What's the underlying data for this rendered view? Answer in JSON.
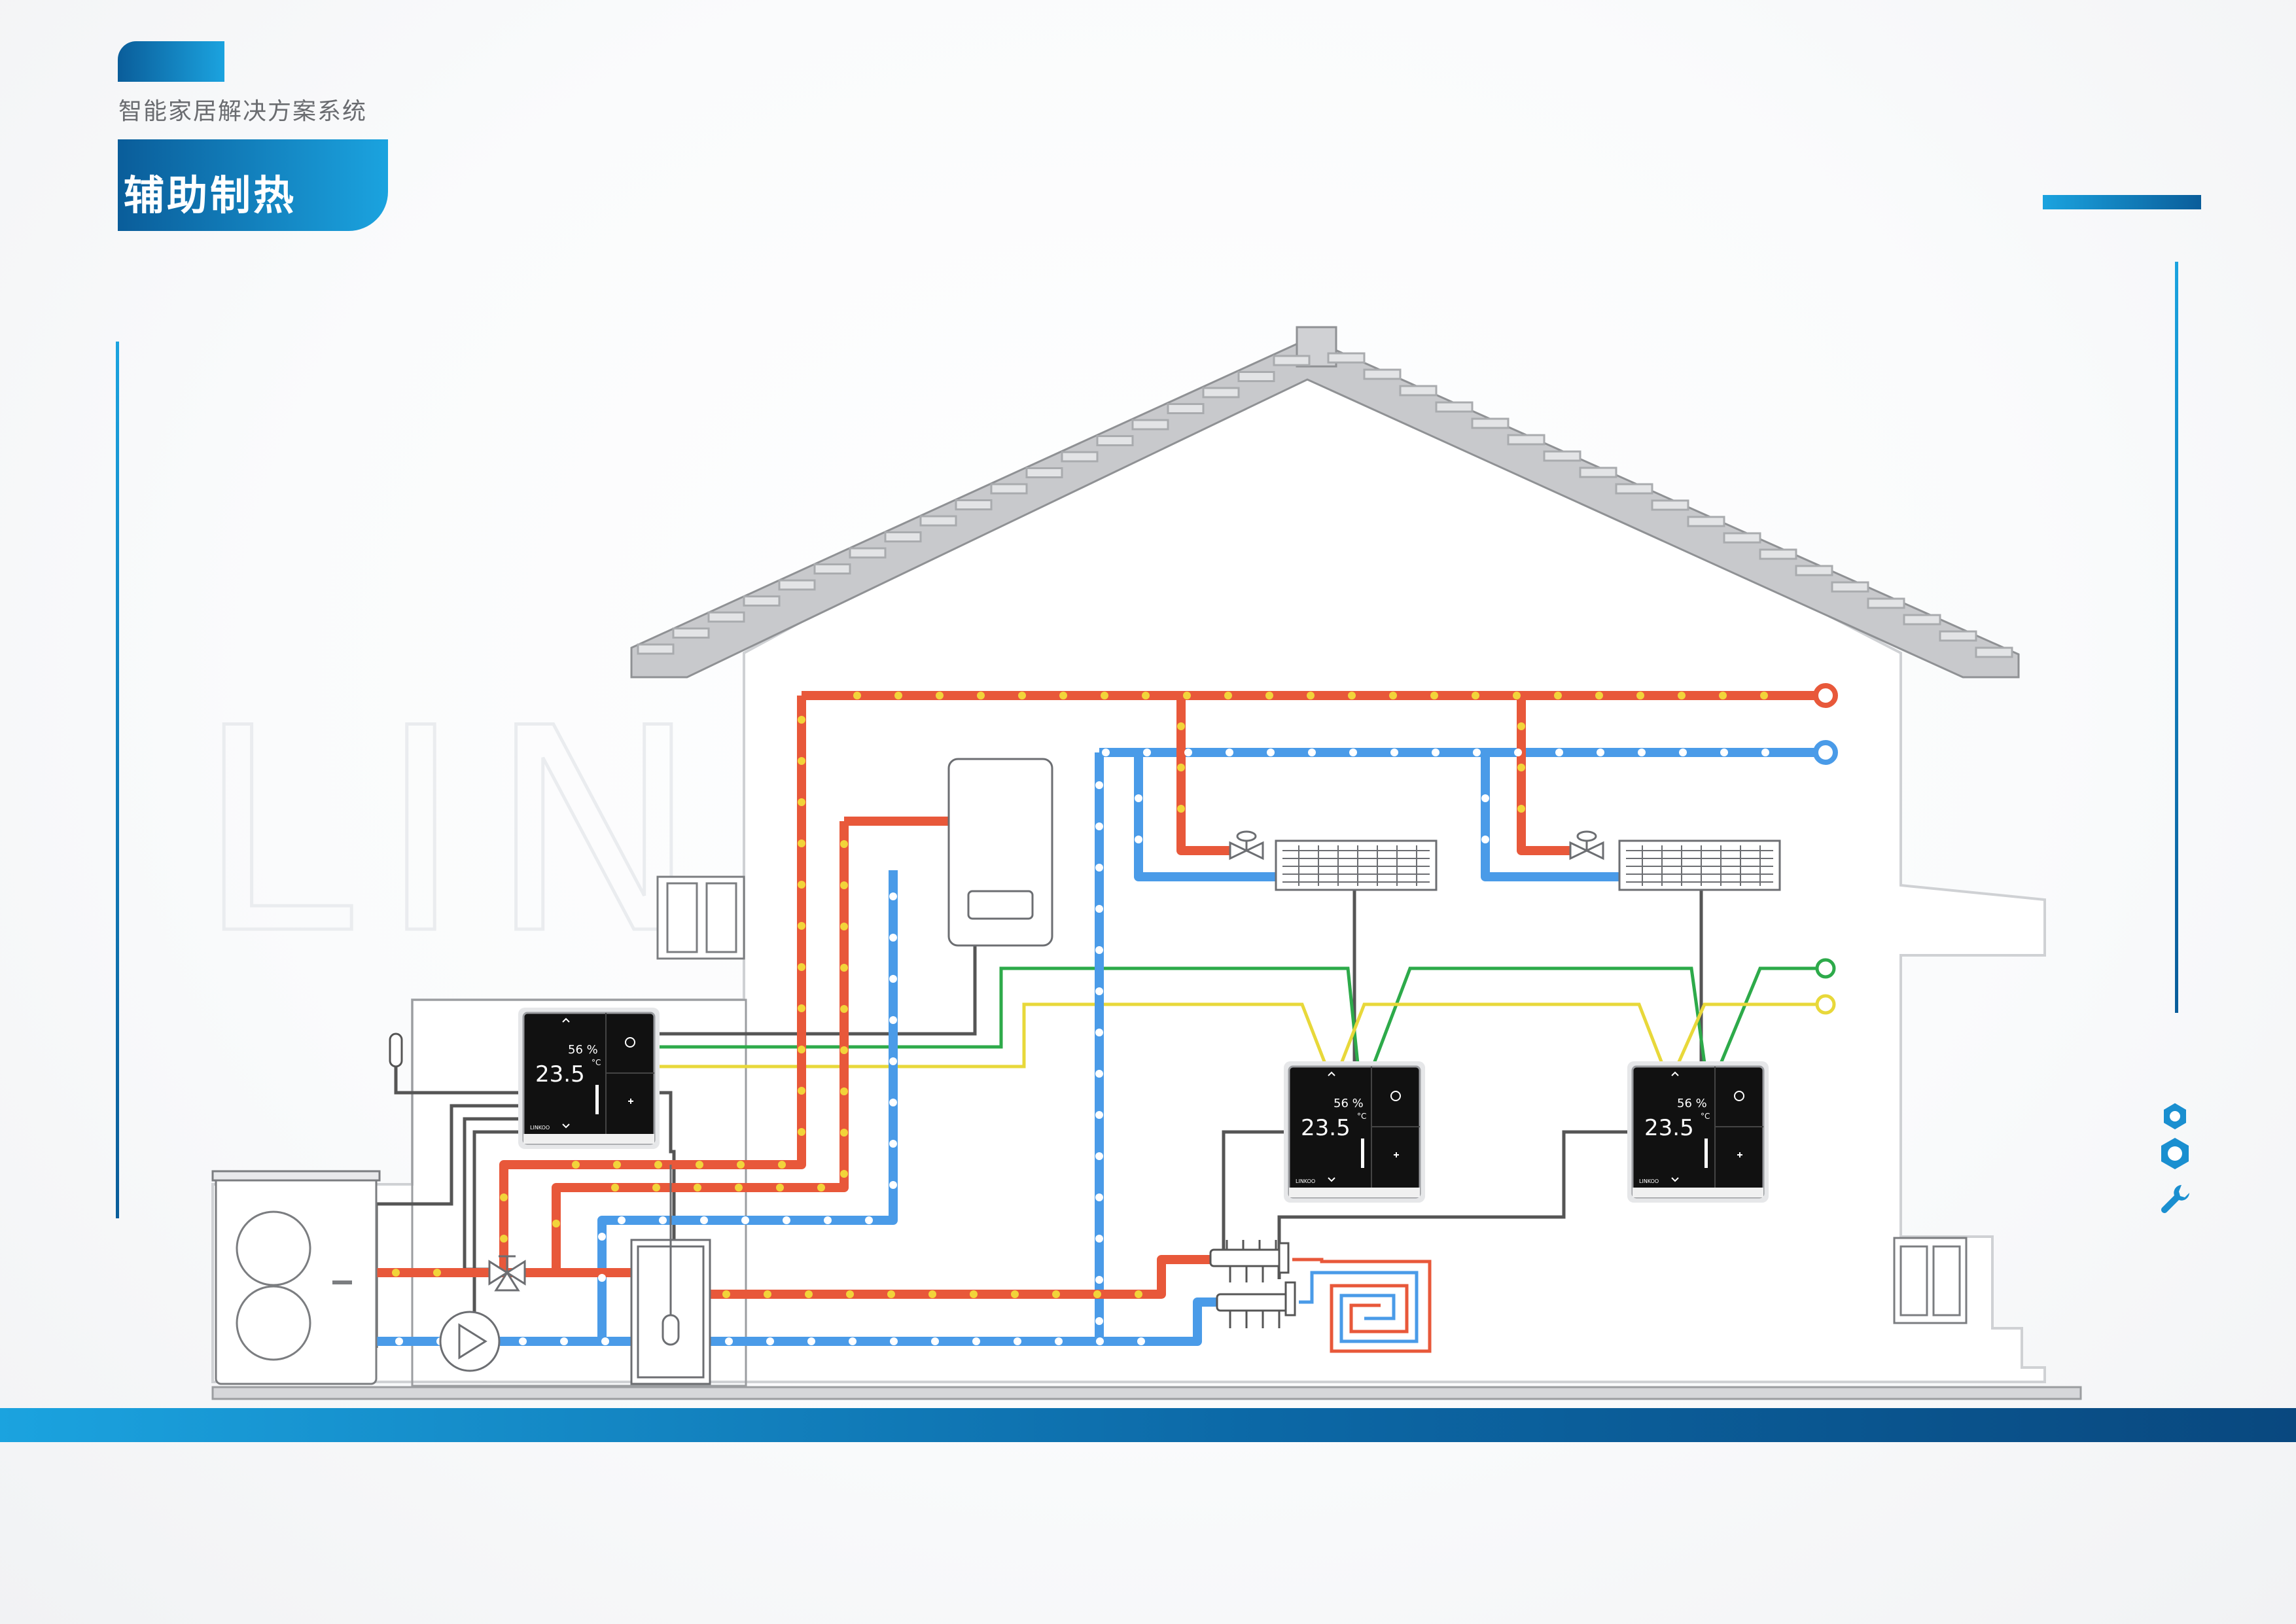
{
  "header": {
    "subtitle": "智能家居解决方案系统",
    "title": "辅助制热"
  },
  "watermark": {
    "text": "LINKO"
  },
  "thermostat": {
    "humidity": "56",
    "humidity_unit": "%",
    "temperature": "23.5",
    "temp_unit": "°C",
    "brand": "LINKOO"
  },
  "colors": {
    "accent_dark": "#0a5d9a",
    "accent_light": "#1ba3df",
    "hot_pipe": "#e8583a",
    "cold_pipe": "#4a9be8",
    "signal_green": "#2daa4a",
    "signal_yellow": "#e8d83a",
    "control_wire": "#555555"
  },
  "icons": [
    "hex-nut-small-icon",
    "hex-nut-large-icon",
    "wrench-icon"
  ]
}
